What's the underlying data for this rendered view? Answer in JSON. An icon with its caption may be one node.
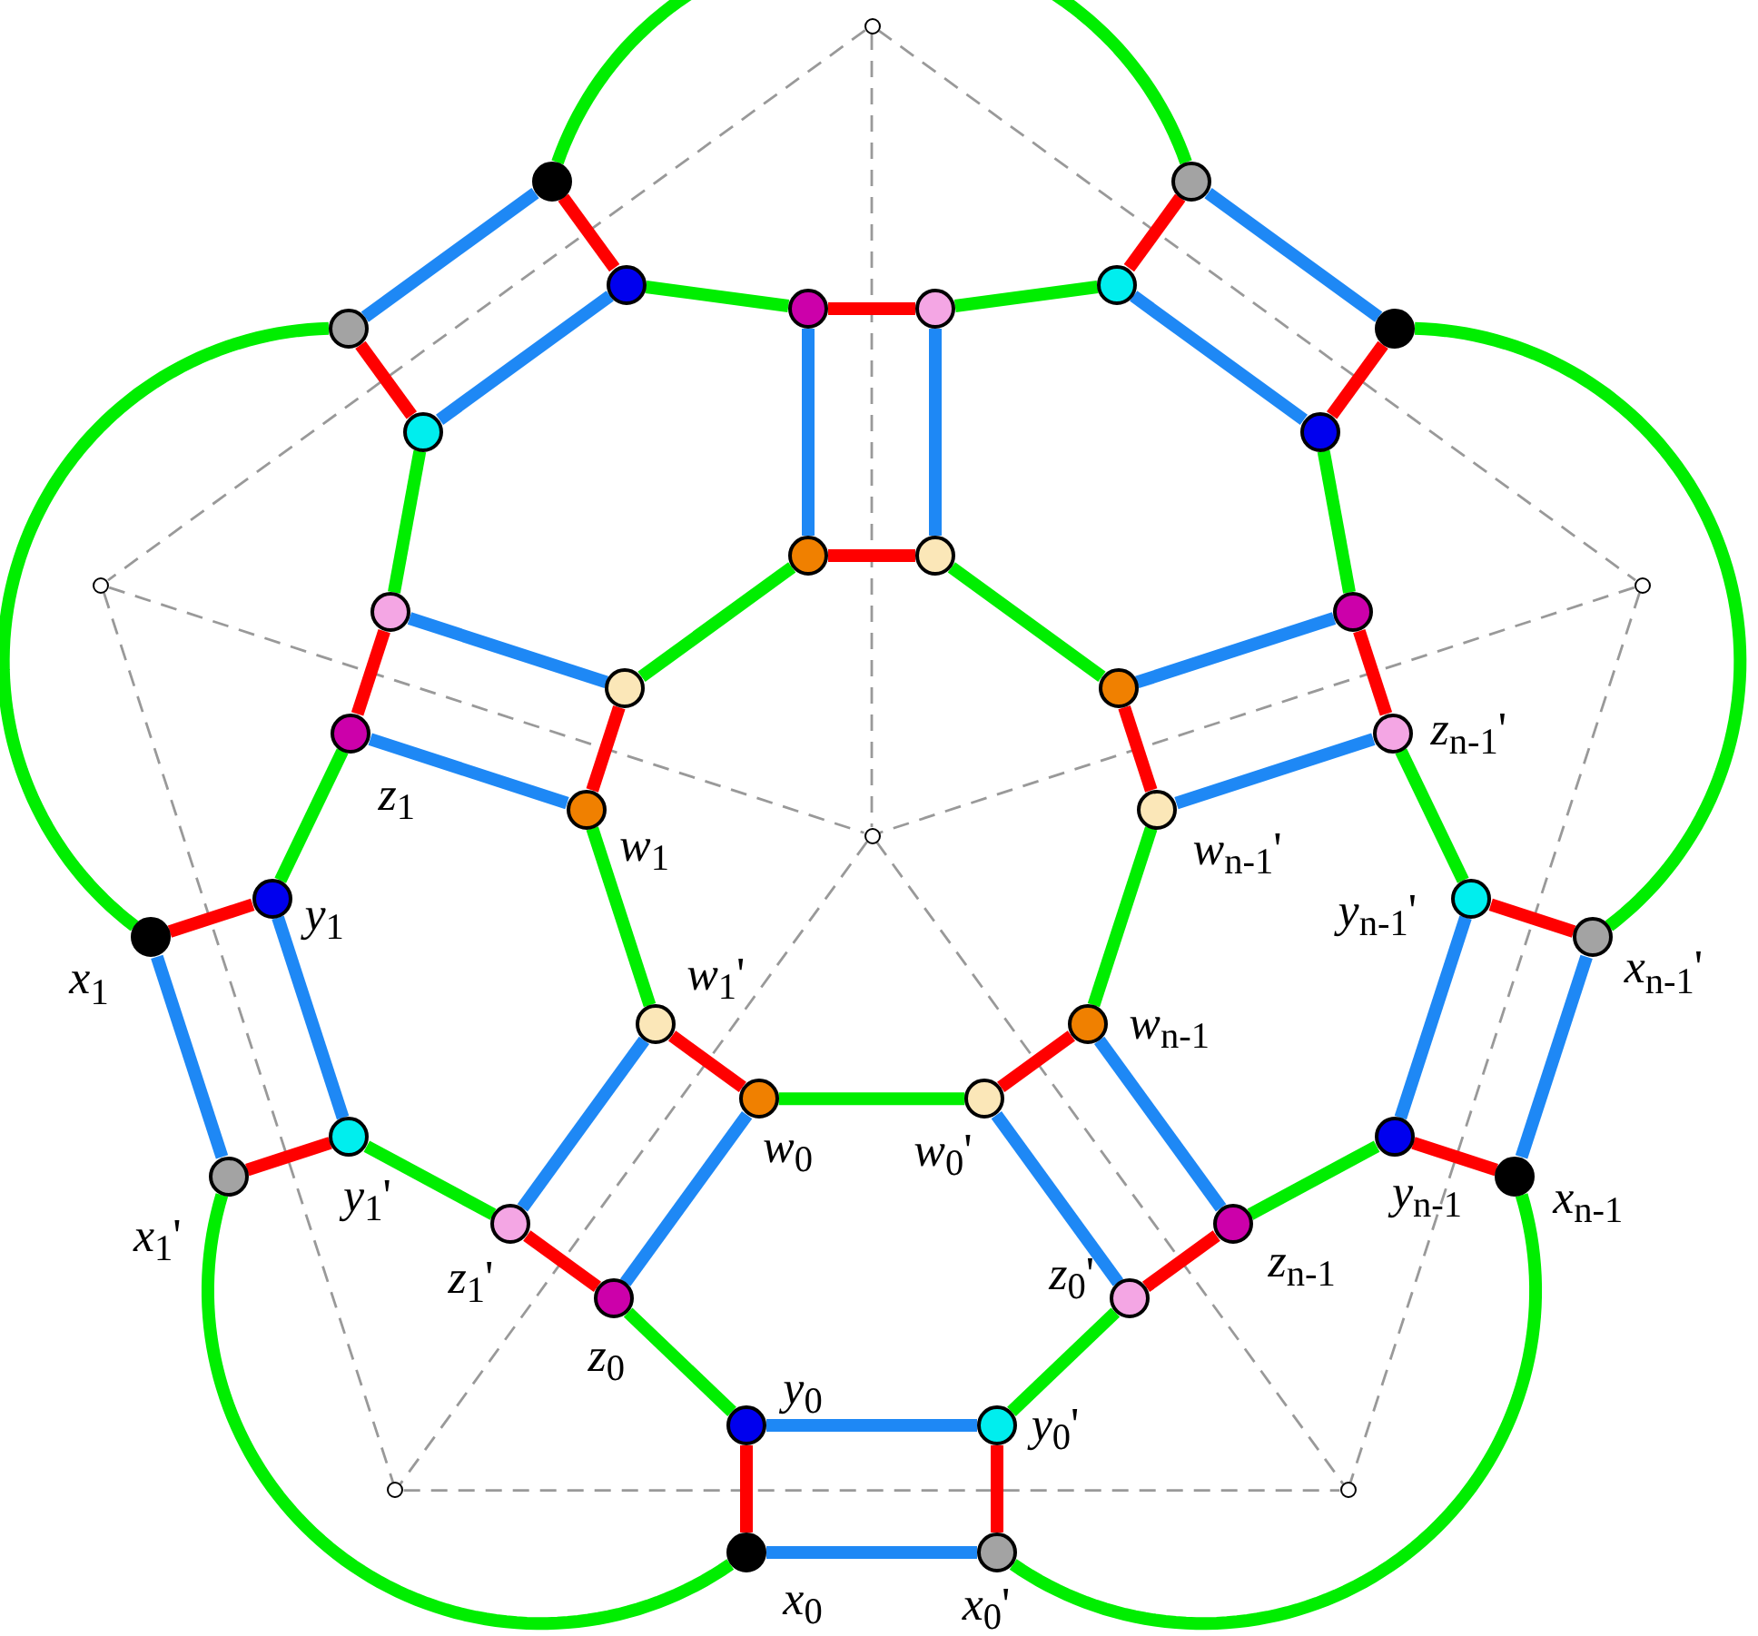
{
  "diagram": {
    "nodes": [
      {
        "text": [],
        "shape": "circle"
      },
      {
        "text": [],
        "shape": "circle"
      },
      {
        "text": [],
        "shape": "circle"
      },
      {
        "text": [],
        "shape": "circle"
      },
      {
        "text": [],
        "shape": "circle"
      },
      {
        "text": [],
        "shape": "circle"
      },
      {
        "text": [],
        "shape": "circle"
      },
      {
        "text": [],
        "shape": "circle"
      },
      {
        "text": [],
        "shape": "circle"
      },
      {
        "text": [],
        "shape": "circle"
      },
      {
        "text": [],
        "shape": "circle"
      },
      {
        "text": [],
        "shape": "circle"
      },
      {
        "text": [],
        "shape": "circle"
      },
      {
        "text": [],
        "shape": "circle"
      },
      {
        "text": [],
        "shape": "circle"
      },
      {
        "text": [],
        "shape": "circle"
      },
      {
        "text": [],
        "shape": "circle"
      },
      {
        "text": [],
        "shape": "circle"
      },
      {
        "text": [],
        "shape": "circle"
      },
      {
        "text": [],
        "shape": "circle",
        "beside": [
          "*z*$_{1}$"
        ]
      },
      {
        "text": [],
        "shape": "circle",
        "beside": [
          "*z*$_{n-1}$'"
        ]
      },
      {
        "text": [],
        "shape": "circle",
        "beside": [
          "*w*$_{1}$"
        ]
      },
      {
        "text": [],
        "shape": "circle",
        "beside": [
          "*w*$_{n-1}$'"
        ]
      },
      {
        "text": [],
        "shape": "circle"
      },
      {
        "text": [],
        "shape": "circle",
        "beside": [
          "*y*$_{1}$"
        ]
      },
      {
        "text": [],
        "shape": "circle",
        "beside": [
          "*y*$_{n-1}$'"
        ]
      },
      {
        "text": [],
        "shape": "circle",
        "beside": [
          "*x*$_{1}$"
        ]
      },
      {
        "text": [],
        "shape": "circle",
        "beside": [
          "*x*$_{n-1}$'"
        ]
      },
      {
        "text": [],
        "shape": "circle",
        "beside": [
          "*w*$_{1}$'"
        ]
      },
      {
        "text": [],
        "shape": "circle",
        "beside": [
          "*w*$_{n-1}$"
        ]
      },
      {
        "text": [],
        "shape": "circle",
        "beside": [
          "*w*$_{0}$"
        ]
      },
      {
        "text": [],
        "shape": "circle",
        "beside": [
          "*w*$_{0}$'"
        ]
      },
      {
        "text": [],
        "shape": "circle",
        "beside": [
          "*y*$_{1}$'"
        ]
      },
      {
        "text": [],
        "shape": "circle",
        "beside": [
          "*y*$_{n-1}$"
        ]
      },
      {
        "text": [],
        "shape": "circle",
        "beside": [
          "*x*$_{1}$'"
        ]
      },
      {
        "text": [],
        "shape": "circle",
        "beside": [
          "*x*$_{n-1}$"
        ]
      },
      {
        "text": [],
        "shape": "circle",
        "beside": [
          "*z*$_{1}$'"
        ]
      },
      {
        "text": [],
        "shape": "circle",
        "beside": [
          "*z*$_{n-1}$"
        ]
      },
      {
        "text": [],
        "shape": "circle",
        "beside": [
          "*z*$_{0}$"
        ]
      },
      {
        "text": [],
        "shape": "circle",
        "beside": [
          "*z*$_{0}$'"
        ]
      },
      {
        "text": [],
        "shape": "circle",
        "beside": [
          "*y*$_{0}$"
        ]
      },
      {
        "text": [],
        "shape": "circle",
        "beside": [
          "*y*$_{0}$'"
        ]
      },
      {
        "text": [],
        "shape": "circle"
      },
      {
        "text": [],
        "shape": "circle"
      },
      {
        "text": [],
        "shape": "circle",
        "beside": [
          "*x*$_{0}$"
        ]
      },
      {
        "text": [],
        "shape": "circle",
        "beside": [
          "*x*$_{0}$'"
        ]
      }
    ],
    "edges": [
      {
        "from": 0,
        "to": 13,
        "arrow": "none",
        "style": "dashed",
        "color": "#999999"
      },
      {
        "from": 0,
        "to": 14,
        "arrow": "none",
        "style": "dashed",
        "color": "#999999"
      },
      {
        "from": 0,
        "to": 23,
        "arrow": "none",
        "style": "dashed",
        "color": "#999999"
      },
      {
        "from": 13,
        "to": 23,
        "arrow": "none",
        "style": "dashed",
        "color": "#999999"
      },
      {
        "from": 14,
        "to": 23,
        "arrow": "none",
        "style": "dashed",
        "color": "#999999"
      },
      {
        "from": 13,
        "to": 42,
        "arrow": "none",
        "style": "dashed",
        "color": "#999999"
      },
      {
        "from": 14,
        "to": 43,
        "arrow": "none",
        "style": "dashed",
        "color": "#999999"
      },
      {
        "from": 23,
        "to": 42,
        "arrow": "none",
        "style": "dashed",
        "color": "#999999"
      },
      {
        "from": 23,
        "to": 43,
        "arrow": "none",
        "style": "dashed",
        "color": "#999999"
      },
      {
        "from": 42,
        "to": 43,
        "arrow": "none",
        "style": "dashed",
        "color": "#999999"
      },
      {
        "from": 1,
        "to": 2,
        "arrow": "none",
        "color": "#00ee00"
      },
      {
        "from": 3,
        "to": 5,
        "arrow": "none",
        "color": "#00ee00"
      },
      {
        "from": 4,
        "to": 6,
        "arrow": "none",
        "color": "#00ee00"
      },
      {
        "from": 7,
        "to": 26,
        "arrow": "none",
        "color": "#00ee00"
      },
      {
        "from": 8,
        "to": 27,
        "arrow": "none",
        "color": "#00ee00"
      },
      {
        "from": 9,
        "to": 15,
        "arrow": "none",
        "color": "#00ee00"
      },
      {
        "from": 10,
        "to": 16,
        "arrow": "none",
        "color": "#00ee00"
      },
      {
        "from": 11,
        "to": 17,
        "arrow": "none",
        "color": "#00ee00"
      },
      {
        "from": 12,
        "to": 18,
        "arrow": "none",
        "color": "#00ee00"
      },
      {
        "from": 19,
        "to": 24,
        "arrow": "none",
        "color": "#00ee00"
      },
      {
        "from": 20,
        "to": 25,
        "arrow": "none",
        "color": "#00ee00"
      },
      {
        "from": 21,
        "to": 28,
        "arrow": "none",
        "color": "#00ee00"
      },
      {
        "from": 22,
        "to": 29,
        "arrow": "none",
        "color": "#00ee00"
      },
      {
        "from": 30,
        "to": 31,
        "arrow": "none",
        "color": "#00ee00"
      },
      {
        "from": 32,
        "to": 36,
        "arrow": "none",
        "color": "#00ee00"
      },
      {
        "from": 33,
        "to": 37,
        "arrow": "none",
        "color": "#00ee00"
      },
      {
        "from": 38,
        "to": 40,
        "arrow": "none",
        "color": "#00ee00"
      },
      {
        "from": 39,
        "to": 41,
        "arrow": "none",
        "color": "#00ee00"
      },
      {
        "from": 34,
        "to": 44,
        "arrow": "none",
        "color": "#00ee00"
      },
      {
        "from": 35,
        "to": 45,
        "arrow": "none",
        "color": "#00ee00"
      },
      {
        "from": 1,
        "to": 3,
        "arrow": "none",
        "color": "#ff0000"
      },
      {
        "from": 2,
        "to": 4,
        "arrow": "none",
        "color": "#ff0000"
      },
      {
        "from": 5,
        "to": 6,
        "arrow": "none",
        "color": "#ff0000"
      },
      {
        "from": 7,
        "to": 9,
        "arrow": "none",
        "color": "#ff0000"
      },
      {
        "from": 8,
        "to": 10,
        "arrow": "none",
        "color": "#ff0000"
      },
      {
        "from": 11,
        "to": 12,
        "arrow": "none",
        "color": "#ff0000"
      },
      {
        "from": 15,
        "to": 19,
        "arrow": "none",
        "color": "#ff0000"
      },
      {
        "from": 16,
        "to": 20,
        "arrow": "none",
        "color": "#ff0000"
      },
      {
        "from": 17,
        "to": 21,
        "arrow": "none",
        "color": "#ff0000"
      },
      {
        "from": 18,
        "to": 22,
        "arrow": "none",
        "color": "#ff0000"
      },
      {
        "from": 24,
        "to": 26,
        "arrow": "none",
        "color": "#ff0000"
      },
      {
        "from": 25,
        "to": 27,
        "arrow": "none",
        "color": "#ff0000"
      },
      {
        "from": 28,
        "to": 30,
        "arrow": "none",
        "color": "#ff0000"
      },
      {
        "from": 29,
        "to": 31,
        "arrow": "none",
        "color": "#ff0000"
      },
      {
        "from": 32,
        "to": 34,
        "arrow": "none",
        "color": "#ff0000"
      },
      {
        "from": 33,
        "to": 35,
        "arrow": "none",
        "color": "#ff0000"
      },
      {
        "from": 36,
        "to": 38,
        "arrow": "none",
        "color": "#ff0000"
      },
      {
        "from": 37,
        "to": 39,
        "arrow": "none",
        "color": "#ff0000"
      },
      {
        "from": 40,
        "to": 44,
        "arrow": "none",
        "color": "#ff0000"
      },
      {
        "from": 41,
        "to": 45,
        "arrow": "none",
        "color": "#ff0000"
      },
      {
        "from": 1,
        "to": 7,
        "arrow": "none",
        "color": "#1e88f5"
      },
      {
        "from": 2,
        "to": 8,
        "arrow": "none",
        "color": "#1e88f5"
      },
      {
        "from": 3,
        "to": 9,
        "arrow": "none",
        "color": "#1e88f5"
      },
      {
        "from": 4,
        "to": 10,
        "arrow": "none",
        "color": "#1e88f5"
      },
      {
        "from": 5,
        "to": 11,
        "arrow": "none",
        "color": "#1e88f5"
      },
      {
        "from": 6,
        "to": 12,
        "arrow": "none",
        "color": "#1e88f5"
      },
      {
        "from": 15,
        "to": 17,
        "arrow": "none",
        "color": "#1e88f5"
      },
      {
        "from": 16,
        "to": 18,
        "arrow": "none",
        "color": "#1e88f5"
      },
      {
        "from": 19,
        "to": 21,
        "arrow": "none",
        "color": "#1e88f5"
      },
      {
        "from": 20,
        "to": 22,
        "arrow": "none",
        "color": "#1e88f5"
      },
      {
        "from": 24,
        "to": 32,
        "arrow": "none",
        "color": "#1e88f5"
      },
      {
        "from": 25,
        "to": 33,
        "arrow": "none",
        "color": "#1e88f5"
      },
      {
        "from": 26,
        "to": 34,
        "arrow": "none",
        "color": "#1e88f5"
      },
      {
        "from": 27,
        "to": 35,
        "arrow": "none",
        "color": "#1e88f5"
      },
      {
        "from": 28,
        "to": 36,
        "arrow": "none",
        "color": "#1e88f5"
      },
      {
        "from": 29,
        "to": 37,
        "arrow": "none",
        "color": "#1e88f5"
      },
      {
        "from": 30,
        "to": 38,
        "arrow": "none",
        "color": "#1e88f5"
      },
      {
        "from": 31,
        "to": 39,
        "arrow": "none",
        "color": "#1e88f5"
      },
      {
        "from": 40,
        "to": 41,
        "arrow": "none",
        "color": "#1e88f5"
      },
      {
        "from": 44,
        "to": 45,
        "arrow": "none",
        "color": "#1e88f5"
      }
    ]
  }
}
